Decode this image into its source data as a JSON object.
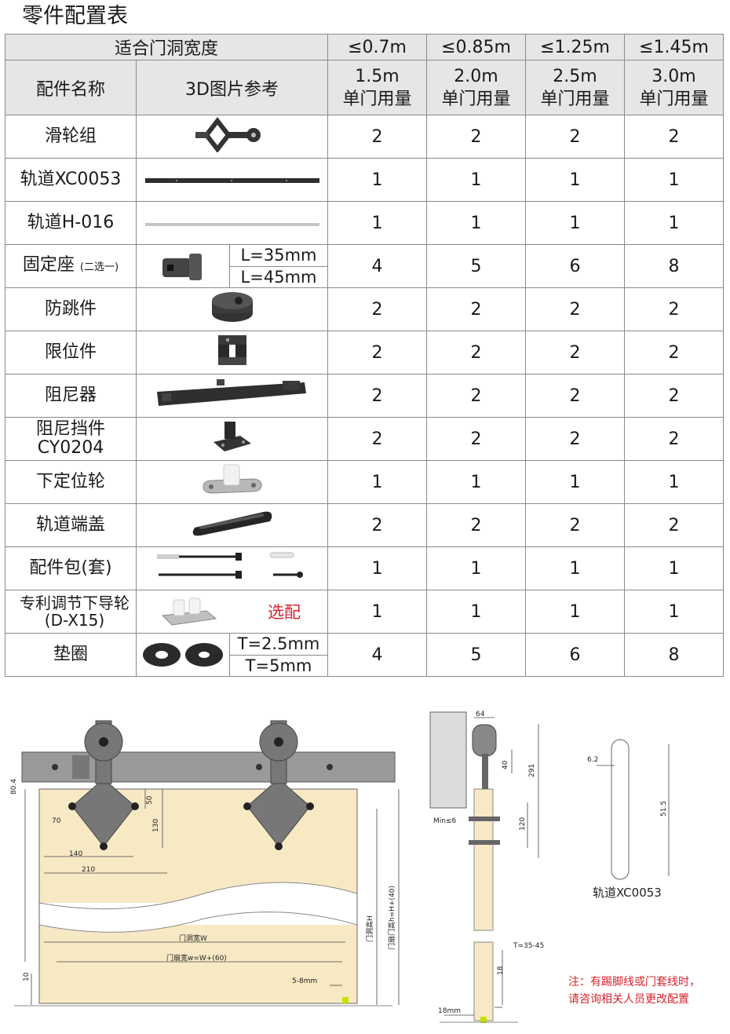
{
  "title": "零件配置表",
  "header": {
    "fit_label": "适合门洞宽度",
    "name_label": "配件名称",
    "pic_label": "3D图片参考",
    "widths": [
      "≤0.7m",
      "≤0.85m",
      "≤1.25m",
      "≤1.45m"
    ],
    "door_sizes": [
      "1.5m",
      "2.0m",
      "2.5m",
      "3.0m"
    ],
    "usage_label": "单门用量"
  },
  "rows": [
    {
      "name": "滑轮组",
      "icon": "pulley-hanger-icon",
      "qty": [
        "2",
        "2",
        "2",
        "2"
      ]
    },
    {
      "name": "轨道XC0053",
      "icon": "black-track-icon",
      "qty": [
        "1",
        "1",
        "1",
        "1"
      ]
    },
    {
      "name": "轨道H-016",
      "icon": "silver-track-icon",
      "qty": [
        "1",
        "1",
        "1",
        "1"
      ]
    },
    {
      "name": "固定座",
      "note": "(二选一)",
      "icon": "fixing-seat-icon",
      "options": [
        "L=35mm",
        "L=45mm"
      ],
      "qty": [
        "4",
        "5",
        "6",
        "8"
      ]
    },
    {
      "name": "防跳件",
      "icon": "anti-jump-icon",
      "qty": [
        "2",
        "2",
        "2",
        "2"
      ]
    },
    {
      "name": "限位件",
      "icon": "stopper-icon",
      "qty": [
        "2",
        "2",
        "2",
        "2"
      ]
    },
    {
      "name": "阻尼器",
      "icon": "damper-icon",
      "qty": [
        "2",
        "2",
        "2",
        "2"
      ]
    },
    {
      "name": "阻尼挡件",
      "name2": "CY0204",
      "icon": "damper-stop-icon",
      "qty": [
        "2",
        "2",
        "2",
        "2"
      ]
    },
    {
      "name": "下定位轮",
      "icon": "floor-guide-wheel-icon",
      "qty": [
        "1",
        "1",
        "1",
        "1"
      ]
    },
    {
      "name": "轨道端盖",
      "icon": "track-end-cap-icon",
      "qty": [
        "2",
        "2",
        "2",
        "2"
      ]
    },
    {
      "name": "配件包(套)",
      "icon": "screw-pack-icon",
      "qty": [
        "1",
        "1",
        "1",
        "1"
      ]
    },
    {
      "name": "专利调节下导轮",
      "name2": "(D-X15)",
      "icon": "adjustable-guide-icon",
      "optional": "选配",
      "qty": [
        "1",
        "1",
        "1",
        "1"
      ]
    },
    {
      "name": "垫圈",
      "icon": "washer-icon",
      "options": [
        "T=2.5mm",
        "T=5mm"
      ],
      "qty": [
        "4",
        "5",
        "6",
        "8"
      ]
    }
  ],
  "drawing": {
    "dims": {
      "d80": "80.4",
      "d50": "50",
      "d70": "70",
      "d130": "130",
      "d140": "140",
      "d210": "210",
      "opening_width": "门洞宽W",
      "leaf_width": "门扇宽w=W+(60)",
      "gap": "5-8mm",
      "d10": "10",
      "opening_height": "门洞高H",
      "leaf_height": "门扇门高h=H+(40)",
      "d64": "64",
      "d40": "40",
      "d291": "291",
      "d120": "120",
      "min6": "Min≤6",
      "thick": "T=35-45",
      "d18": "18",
      "d18mm": "18mm",
      "d62": "6.2",
      "d515": "51.5",
      "track_label": "轨道XC0053"
    },
    "note_lines": [
      "注：有踢脚线或门套线时，",
      "请咨询相关人员更改配置"
    ]
  }
}
